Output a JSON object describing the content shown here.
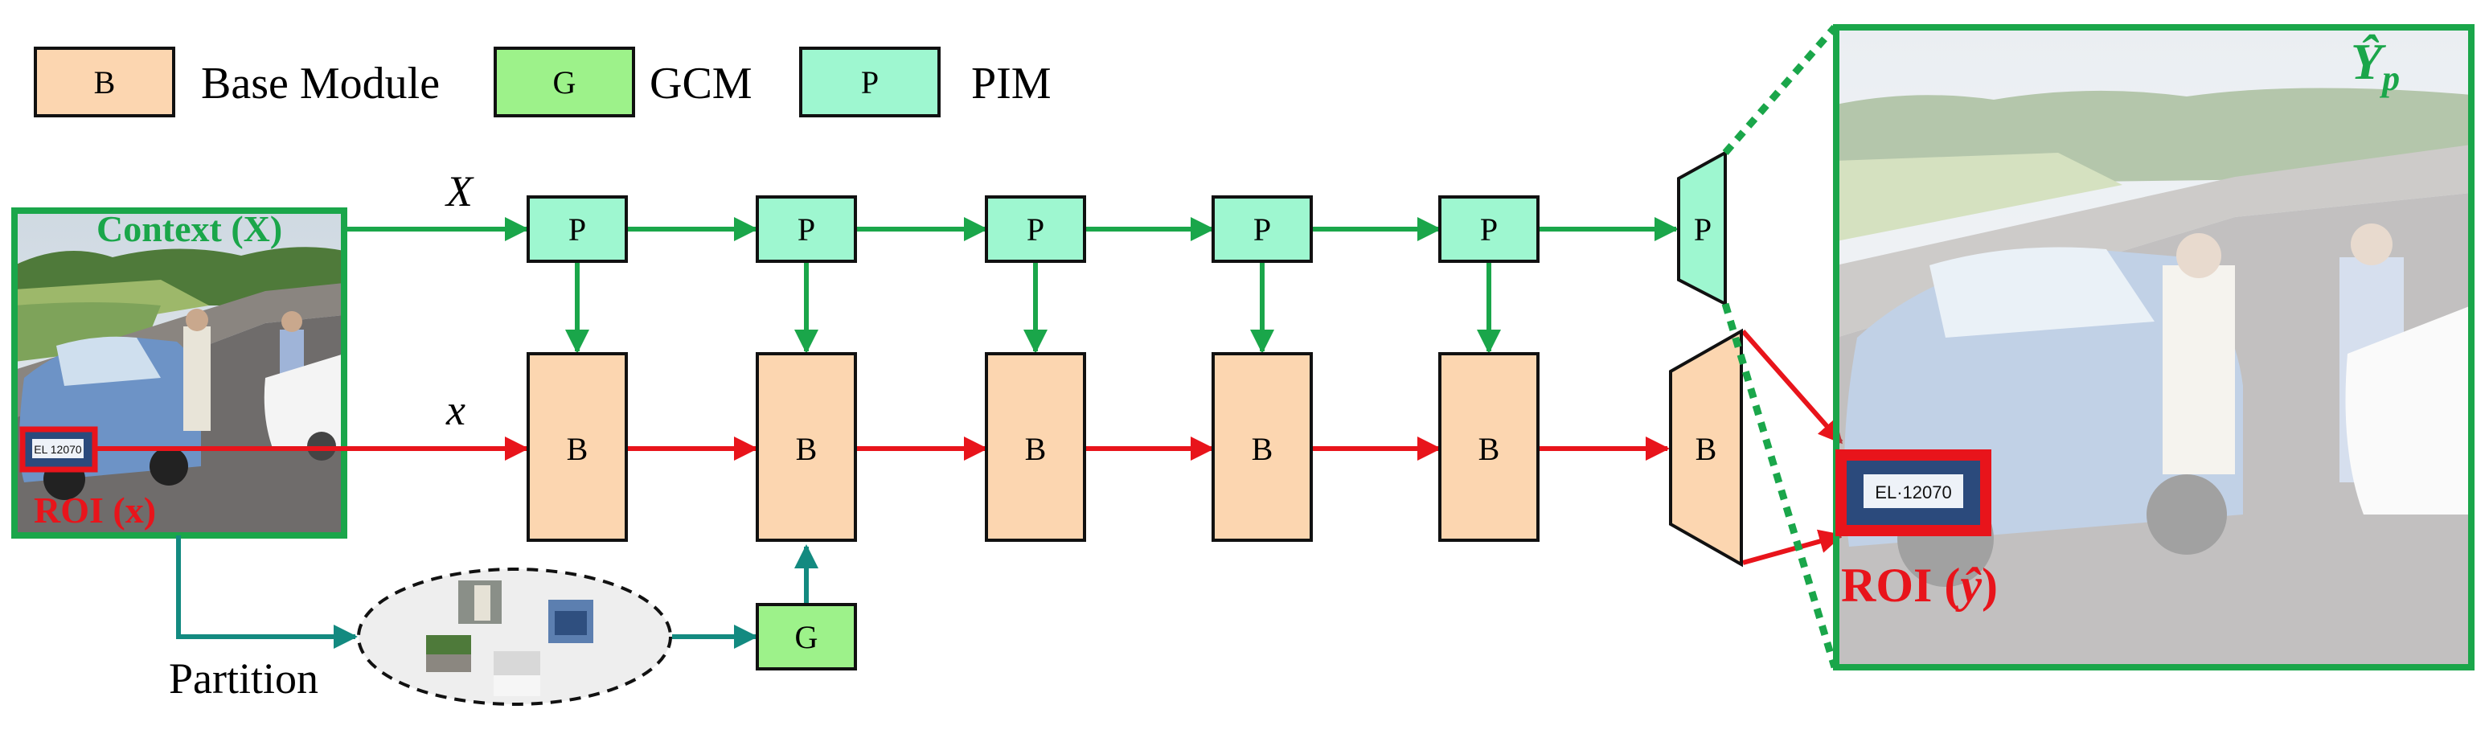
{
  "legend": [
    {
      "letter": "B",
      "label": "Base Module",
      "color": "#fcd6b0"
    },
    {
      "letter": "G",
      "label": "GCM",
      "color": "#9df28a"
    },
    {
      "letter": "P",
      "label": "PIM",
      "color": "#9ef7d0"
    }
  ],
  "blocks": {
    "p_letter": "P",
    "b_letter": "B",
    "g_letter": "G"
  },
  "labels": {
    "context": "Context (X)",
    "roi_x": "ROI (x)",
    "stream_top": "X",
    "stream_bottom": "x",
    "partition": "Partition",
    "roi_hat_prefix": "ROI (",
    "roi_hat_var": "ŷ",
    "roi_hat_suffix": ")",
    "y_hat": "Ŷ",
    "y_sub": "p",
    "plate_small": "EL 12070",
    "plate_big": "EL·12070"
  },
  "colors": {
    "green": "#1aa64a",
    "red": "#e8141b",
    "teal": "#138a80",
    "p_fill": "#9ef7d0",
    "b_fill": "#fcd6b0",
    "g_fill": "#9df28a"
  }
}
